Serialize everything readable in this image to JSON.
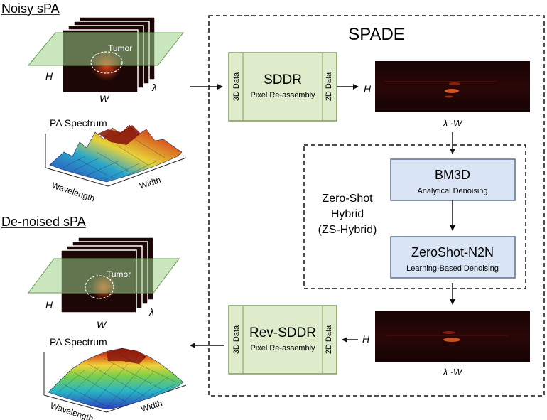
{
  "noisy": {
    "title": "Noisy sPA",
    "tumor": "Tumor",
    "h": "H",
    "w": "W",
    "lambda": "λ",
    "spectrum": "PA Spectrum",
    "wavelength": "Wavelength",
    "width": "Width"
  },
  "denoised": {
    "title": "De-noised sPA",
    "tumor": "Tumor",
    "h": "H",
    "w": "W",
    "lambda": "λ",
    "spectrum": "PA Spectrum",
    "wavelength": "Wavelength",
    "width": "Width"
  },
  "spade": {
    "title": "SPADE",
    "sddr": {
      "title": "SDDR",
      "subtitle": "Pixel Re-assembly",
      "left": "3D Data",
      "right": "2D Data"
    },
    "rev_sddr": {
      "title": "Rev-SDDR",
      "subtitle": "Pixel Re-assembly",
      "left": "3D Data",
      "right": "2D Data"
    },
    "img_top": {
      "h": "H",
      "axis": "λ ·W"
    },
    "img_bottom": {
      "h": "H",
      "axis": "λ ·W"
    },
    "hybrid": {
      "line1": "Zero-Shot",
      "line2": "Hybrid",
      "line3": "(ZS-Hybrid)"
    },
    "bm3d": {
      "title": "BM3D",
      "subtitle": "Analytical Denoising"
    },
    "n2n": {
      "title": "ZeroShot-N2N",
      "subtitle": "Learning-Based Denoising"
    }
  }
}
